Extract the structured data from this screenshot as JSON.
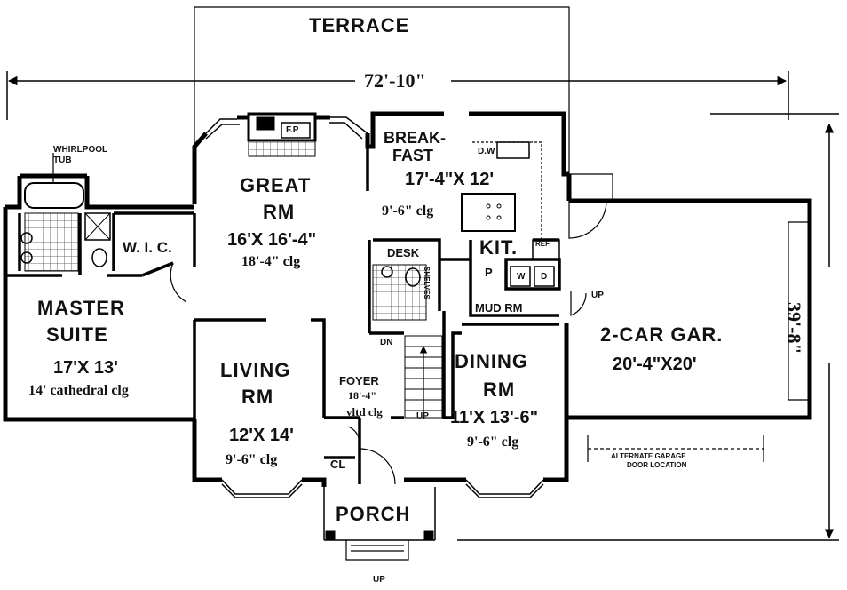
{
  "terrace": "TERRACE",
  "overall_width": "72'-10\"",
  "overall_depth": "39'-8\"",
  "whirlpool": [
    "WHIRLPOOL",
    "TUB"
  ],
  "wic": "W. I. C.",
  "master": {
    "name_line1": "MASTER",
    "name_line2": "SUITE",
    "size": "17'X 13'",
    "ceiling": "14' cathedral clg"
  },
  "great_room": {
    "name_line1": "GREAT",
    "name_line2": "RM",
    "size": "16'X 16'-4\"",
    "ceiling": "18'-4\" clg"
  },
  "fireplace": "F.P",
  "breakfast": {
    "name_line1": "BREAK-",
    "name_line2": "FAST",
    "size": "17'-4\"X 12'",
    "ceiling": "9'-6\" clg"
  },
  "dishwasher": "D.W",
  "kitchen": "KIT.",
  "refrigerator": "REF",
  "desk": "DESK",
  "shelves": "SHELVES",
  "pantry": "P",
  "washer": "W",
  "dryer": "D",
  "mudroom": "MUD RM",
  "up": "UP",
  "down": "DN",
  "living": {
    "name_line1": "LIVING",
    "name_line2": "RM",
    "size": "12'X 14'",
    "ceiling": "9'-6\" clg"
  },
  "foyer": {
    "name": "FOYER",
    "height": "18'-4\"",
    "ceiling": "vltd clg"
  },
  "closet": "CL",
  "dining": {
    "name_line1": "DINING",
    "name_line2": "RM",
    "size": "11'X 13'-6\"",
    "ceiling": "9'-6\" clg"
  },
  "garage": {
    "name": "2-CAR GAR.",
    "size": "20'-4\"X20'"
  },
  "alt_garage": [
    "ALTERNATE GARAGE",
    "DOOR LOCATION"
  ],
  "porch": "PORCH"
}
